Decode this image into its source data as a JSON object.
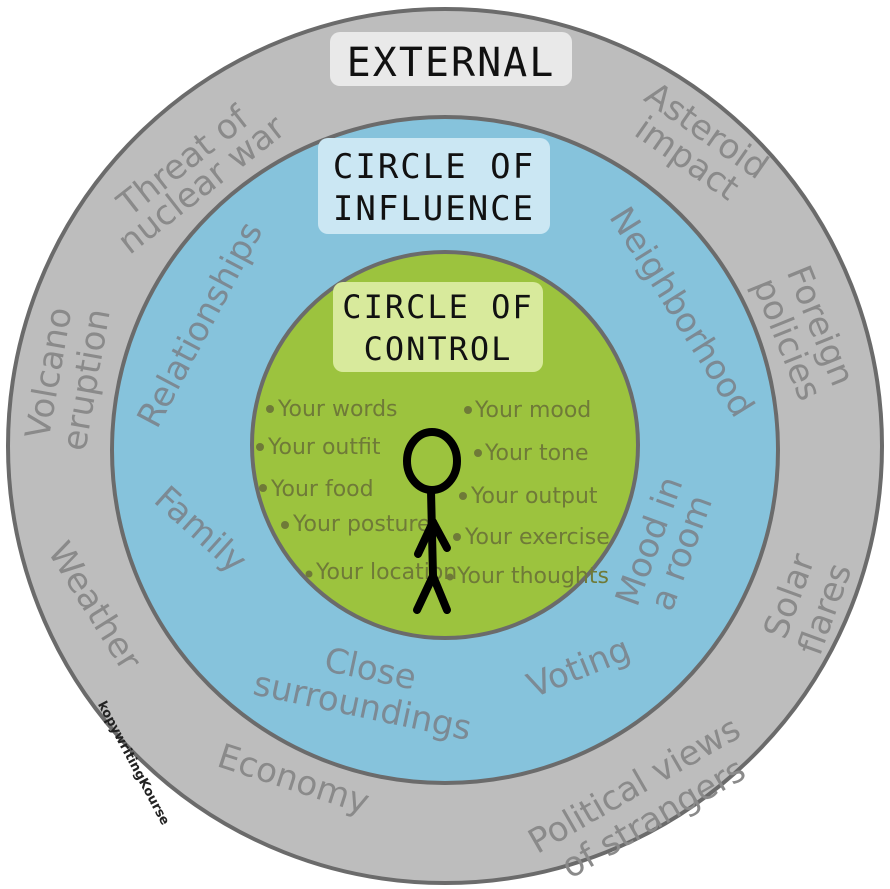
{
  "titles": {
    "external": "EXTERNAL",
    "influence_line1": "CIRCLE OF",
    "influence_line2": "INFLUENCE",
    "control_line1": "CIRCLE OF",
    "control_line2": "CONTROL"
  },
  "external_items": {
    "threat_line1": "Threat of",
    "threat_line2": "nuclear war",
    "asteroid_line1": "Asteroid",
    "asteroid_line2": "impact",
    "foreign_line1": "Foreign",
    "foreign_line2": "policies",
    "volcano_line1": "Volcano",
    "volcano_line2": "eruption",
    "solar_line1": "Solar",
    "solar_line2": "flares",
    "weather": "Weather",
    "economy": "Economy",
    "political_line1": "Political views",
    "political_line2": "of strangers"
  },
  "influence_items": {
    "relationships": "Relationships",
    "neighborhood": "Neighborhood",
    "family": "Family",
    "mood_line1": "Mood in",
    "mood_line2": "a room",
    "close_line1": "Close",
    "close_line2": "surroundings",
    "voting": "Voting"
  },
  "control_items": {
    "left": [
      "Your words",
      "Your outfit",
      "Your food",
      "Your posture",
      "Your location"
    ],
    "right": [
      "Your mood",
      "Your tone",
      "Your output",
      "Your exercise",
      "Your thoughts"
    ]
  },
  "watermark": "kopywritingKourse",
  "colors": {
    "outer_ring": "#bdbdbd",
    "middle_ring": "#86c3dc",
    "inner_circle": "#9cc33e",
    "outline": "#6b6b6b"
  },
  "icons": {
    "person": "stick-figure-icon"
  }
}
